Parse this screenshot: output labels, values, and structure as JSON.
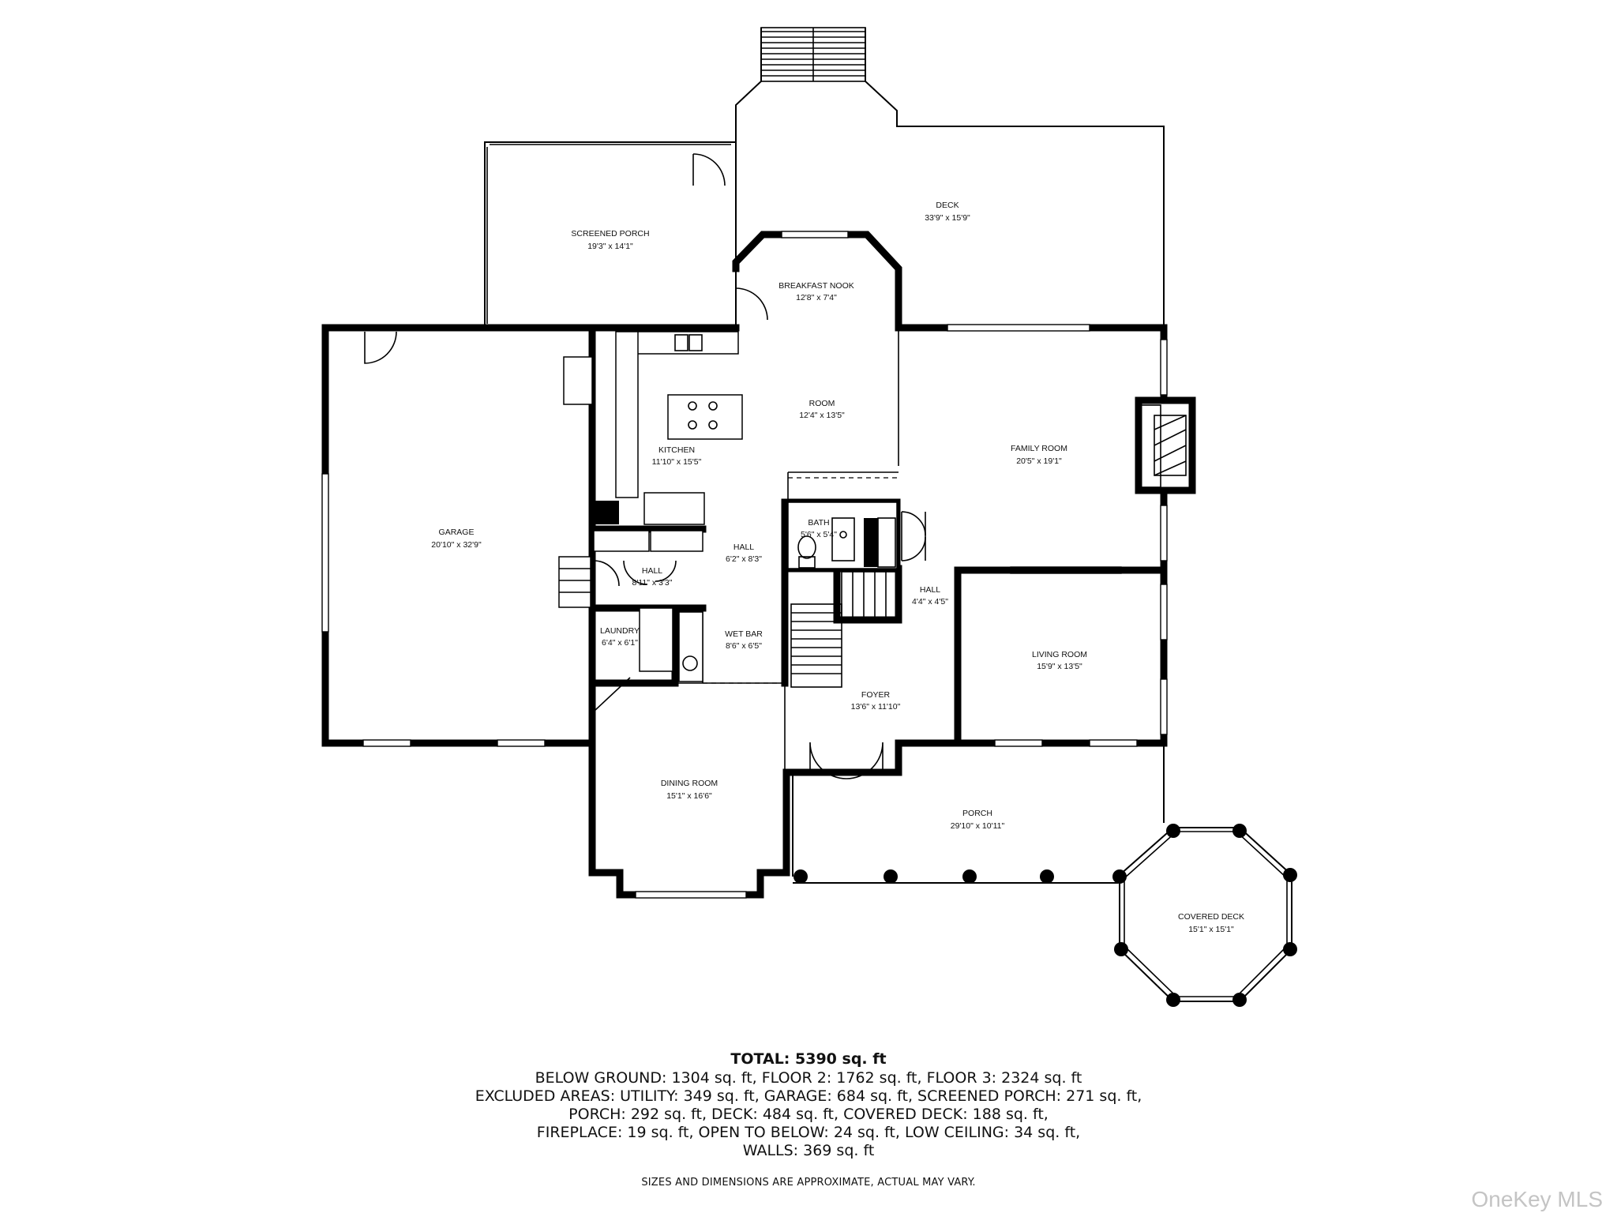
{
  "rooms": {
    "deck": {
      "name": "DECK",
      "dim": "33'9\" x 15'9\""
    },
    "screened_porch": {
      "name": "SCREENED PORCH",
      "dim": "19'3\" x 14'1\""
    },
    "breakfast_nook": {
      "name": "BREAKFAST NOOK",
      "dim": "12'8\" x 7'4\""
    },
    "room": {
      "name": "ROOM",
      "dim": "12'4\" x 13'5\""
    },
    "kitchen": {
      "name": "KITCHEN",
      "dim": "11'10\" x 15'5\""
    },
    "family_room": {
      "name": "FAMILY ROOM",
      "dim": "20'5\" x 19'1\""
    },
    "garage": {
      "name": "GARAGE",
      "dim": "20'10\" x 32'9\""
    },
    "bath": {
      "name": "BATH",
      "dim": "5'6\" x 5'4\""
    },
    "hall_center": {
      "name": "HALL",
      "dim": "6'2\" x 8'3\""
    },
    "hall_left": {
      "name": "HALL",
      "dim": "8'11\" x 3'3\""
    },
    "hall_right": {
      "name": "HALL",
      "dim": "4'4\" x 4'5\""
    },
    "laundry": {
      "name": "LAUNDRY",
      "dim": "6'4\" x 6'1\""
    },
    "wet_bar": {
      "name": "WET BAR",
      "dim": "8'6\" x 6'5\""
    },
    "living_room": {
      "name": "LIVING ROOM",
      "dim": "15'9\" x 13'5\""
    },
    "foyer": {
      "name": "FOYER",
      "dim": "13'6\" x 11'10\""
    },
    "dining_room": {
      "name": "DINING ROOM",
      "dim": "15'1\" x 16'6\""
    },
    "porch": {
      "name": "PORCH",
      "dim": "29'10\" x 10'11\""
    },
    "covered_deck": {
      "name": "COVERED DECK",
      "dim": "15'1\" x 15'1\""
    }
  },
  "summary": {
    "total": "TOTAL: 5390 sq. ft",
    "lines": [
      "BELOW GROUND: 1304 sq. ft, FLOOR 2: 1762 sq. ft, FLOOR 3: 2324 sq. ft",
      "EXCLUDED AREAS: UTILITY: 349 sq. ft, GARAGE: 684 sq. ft, SCREENED PORCH: 271 sq. ft,",
      "PORCH: 292 sq. ft, DECK: 484 sq. ft, COVERED DECK: 188 sq. ft,",
      "FIREPLACE: 19 sq. ft, OPEN TO BELOW: 24 sq. ft, LOW CEILING: 34 sq. ft,",
      "WALLS: 369 sq. ft"
    ]
  },
  "disclaimer": "SIZES AND DIMENSIONS ARE APPROXIMATE, ACTUAL MAY VARY.",
  "brand": "OneKey MLS"
}
